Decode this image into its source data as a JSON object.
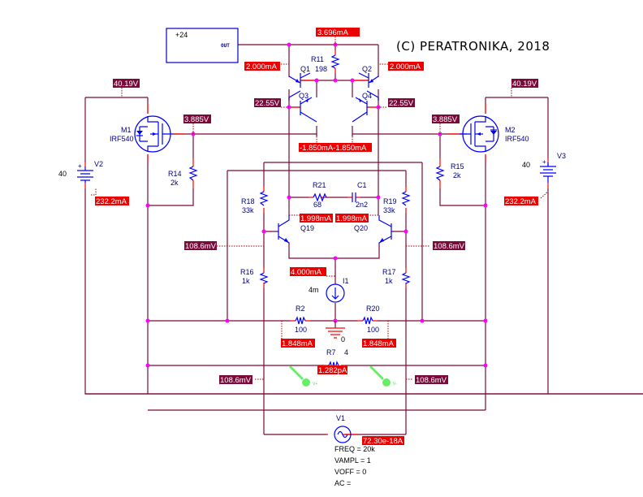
{
  "title": "(C) PERATRONIKA, 2018",
  "supply_block": {
    "label": "+24",
    "pin_label": "OUT"
  },
  "components": {
    "R11": {
      "name": "R11",
      "value": "198"
    },
    "Q1": {
      "name": "Q1"
    },
    "Q2": {
      "name": "Q2"
    },
    "Q3": {
      "name": "Q3"
    },
    "Q4": {
      "name": "Q4"
    },
    "M1": {
      "name": "M1",
      "model": "IRF540"
    },
    "M2": {
      "name": "M2",
      "model": "IRF540"
    },
    "V2": {
      "name": "V2",
      "value": "40"
    },
    "V3": {
      "name": "V3",
      "value": "40"
    },
    "R14": {
      "name": "R14",
      "value": "2k"
    },
    "R15": {
      "name": "R15",
      "value": "2k"
    },
    "R21": {
      "name": "R21",
      "value": "68"
    },
    "C1": {
      "name": "C1",
      "value": "2n2"
    },
    "R18": {
      "name": "R18",
      "value": "33k"
    },
    "R19": {
      "name": "R19",
      "value": "33k"
    },
    "Q19": {
      "name": "Q19"
    },
    "Q20": {
      "name": "Q20"
    },
    "R16": {
      "name": "R16",
      "value": "1k"
    },
    "R17": {
      "name": "R17",
      "value": "1k"
    },
    "I1": {
      "name": "I1",
      "value": "4m"
    },
    "R2": {
      "name": "R2",
      "value": "100"
    },
    "R20": {
      "name": "R20",
      "value": "100"
    },
    "R7": {
      "name": "R7",
      "value": "4"
    },
    "GND": {
      "name": "0"
    },
    "V1": {
      "name": "V1",
      "params": [
        "FREQ = 20k",
        "VAMPL = 1",
        "VOFF = 0",
        "AC ="
      ]
    }
  },
  "probes": {
    "voltages": {
      "m1_drain": "40.19V",
      "m2_drain": "40.19V",
      "m1_gate": "3.885V",
      "m2_gate": "3.885V",
      "q3_base": "22.55V",
      "q4_base": "22.55V",
      "q19_base": "108.6mV",
      "q20_base": "108.6mV",
      "out_left": "108.6mV",
      "out_right": "108.6mV"
    },
    "currents": {
      "r11": "3.696mA",
      "q1_emitter": "2.000mA",
      "q2_emitter": "2.000mA",
      "q3_q4_collectors": "-1.850mA-1.850mA",
      "v2": "232.2mA",
      "v3": "232.2mA",
      "q19_collector": "1.998mA",
      "q20_collector": "1.998mA",
      "i1": "4.000mA",
      "r2": "1.848mA",
      "r20": "1.848mA",
      "r7": "1.282pA",
      "v1": "72.30e-18A"
    },
    "voltage_markers": [
      "V+",
      "V-"
    ]
  },
  "colors": {
    "wire": "#7a0a3a",
    "pin": "#ff0000",
    "component": "#0000ff",
    "junction": "#ff00ff",
    "voltage_tag": "#7a0a3a",
    "current_tag": "#ee0000",
    "marker": "#66ee66"
  }
}
